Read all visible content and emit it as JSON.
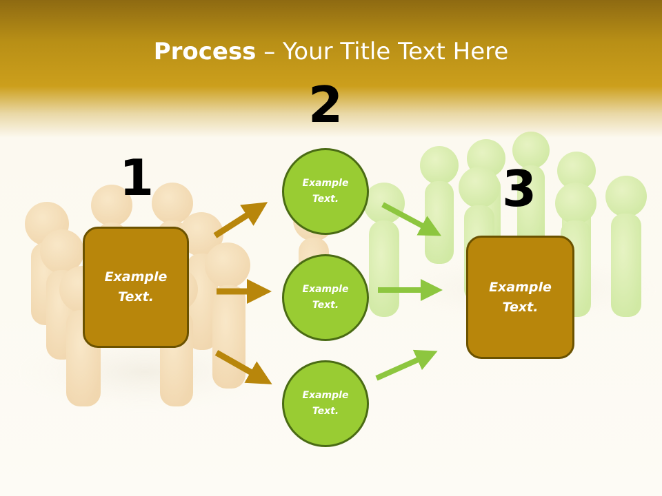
{
  "title": {
    "bold": "Process",
    "rest": " – Your Title Text Here"
  },
  "steps": [
    {
      "number": "1",
      "text": "Example\nText."
    },
    {
      "number": "2",
      "items": [
        "Example\nText.",
        "Example\nText.",
        "Example\nText."
      ]
    },
    {
      "number": "3",
      "text": "Example\nText."
    }
  ],
  "colors": {
    "header": "#b8901a",
    "box": "#b8860b",
    "box_border": "#6b5200",
    "circle": "#99cc33",
    "circle_border": "#4a6b14",
    "arrow_gold": "#b8860b",
    "arrow_green": "#8dc63f"
  }
}
